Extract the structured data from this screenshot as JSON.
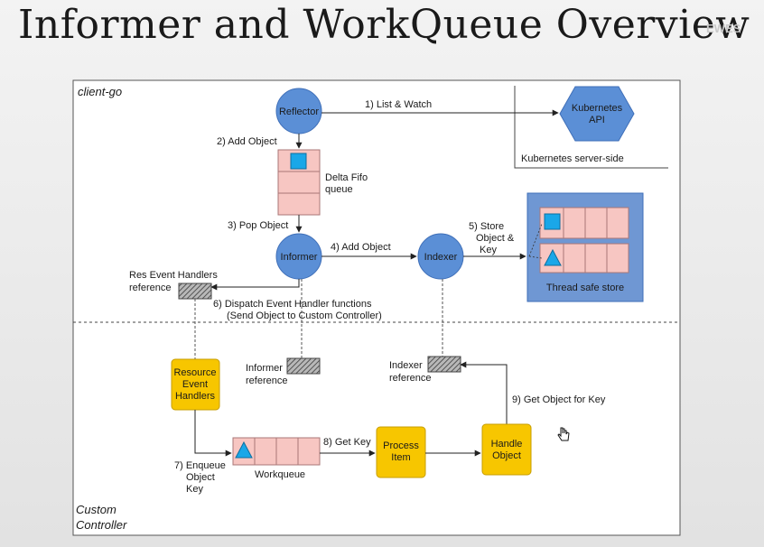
{
  "page": {
    "title": "Informer and WorkQueue Overview",
    "watermark": "EWES"
  },
  "regions": {
    "client_go": "client-go",
    "custom_controller_line1": "Custom",
    "custom_controller_line2": "Controller",
    "server_side": "Kubernetes server-side"
  },
  "nodes": {
    "reflector": "Reflector",
    "k8s_api_line1": "Kubernetes",
    "k8s_api_line2": "API",
    "delta_fifo_line1": "Delta Fifo",
    "delta_fifo_line2": "queue",
    "informer": "Informer",
    "indexer": "Indexer",
    "thread_safe_store": "Thread safe store",
    "res_event_handlers_line1": "Res Event Handlers",
    "res_event_handlers_line2": "reference",
    "informer_ref_line1": "Informer",
    "informer_ref_line2": "reference",
    "indexer_ref_line1": "Indexer",
    "indexer_ref_line2": "reference",
    "resource_event_handlers_line1": "Resource",
    "resource_event_handlers_line2": "Event",
    "resource_event_handlers_line3": "Handlers",
    "workqueue": "Workqueue",
    "process_item_line1": "Process",
    "process_item_line2": "Item",
    "handle_object_line1": "Handle",
    "handle_object_line2": "Object"
  },
  "steps": {
    "s1": "1) List & Watch",
    "s2": "2) Add Object",
    "s3": "3) Pop Object",
    "s4": "4) Add Object",
    "s5_line1": "5) Store",
    "s5_line2": "Object &",
    "s5_line3": "Key",
    "s6_line1": "6) Dispatch Event Handler functions",
    "s6_line2": "(Send Object to Custom Controller)",
    "s7_line1": "7) Enqueue",
    "s7_line2": "Object",
    "s7_line3": "Key",
    "s8": "8) Get Key",
    "s9": "9) Get Object for Key"
  },
  "colors": {
    "blue_node": "#5b8fd6",
    "store_bg": "#6f97d3",
    "pink_cell": "#f7c6c2",
    "yellow_node": "#f7c600",
    "cyan_shape": "#1aa7e8"
  }
}
